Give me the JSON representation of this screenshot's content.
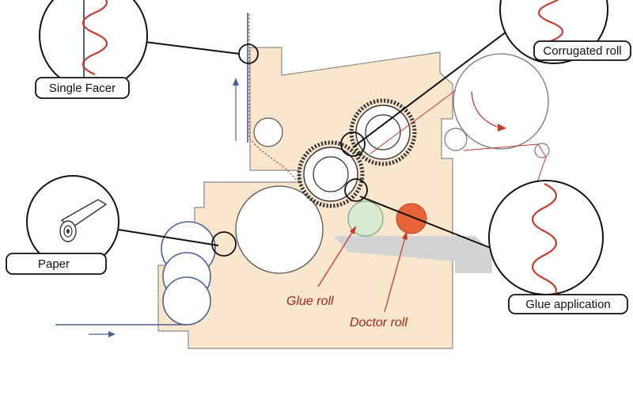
{
  "labels": {
    "single_facer": "Single Facer",
    "corrugated_roll": "Corrugated roll",
    "paper": "Paper",
    "glue_application": "Glue application",
    "glue_roll": "Glue roll",
    "doctor_roll": "Doctor roll"
  },
  "colors": {
    "machine_body": "#f9e6cc",
    "machine_outline": "#8a8a8a",
    "paper_line": "#4a5f94",
    "flute": "#c83a2e",
    "label_red": "#a7231e",
    "glue_roll": "#d9ead3",
    "doctor_roll": "#e8633a",
    "glue_pan": "#d3d3d3",
    "leader_line": "#111111"
  },
  "icons": {
    "paper_roll": "paper-roll-icon",
    "flute_wave": "corrugated-wave-icon",
    "flow_arrow": "arrow-icon"
  }
}
